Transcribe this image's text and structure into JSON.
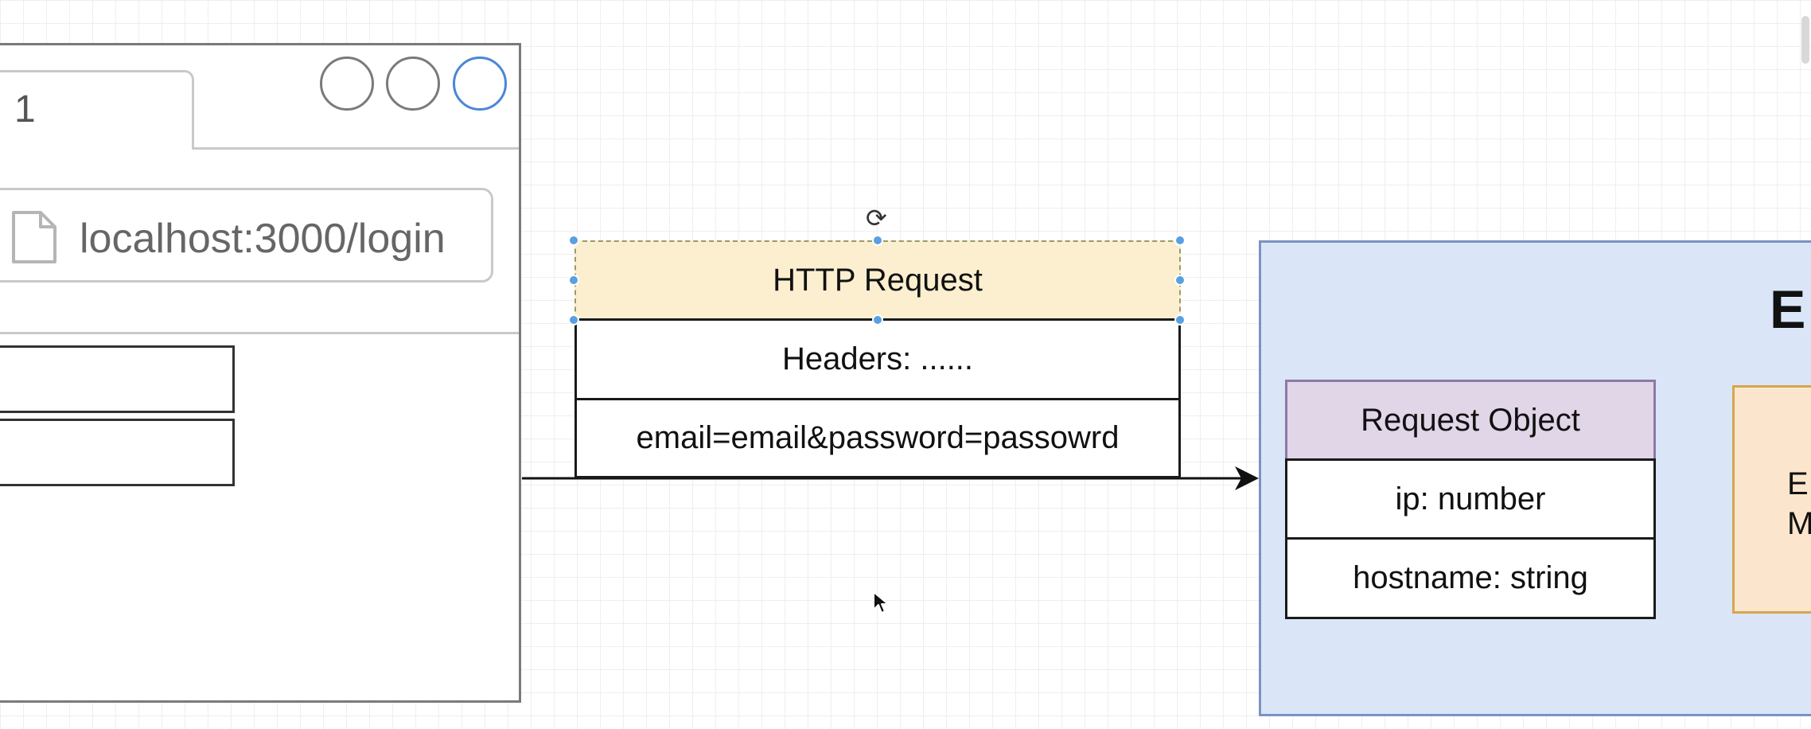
{
  "browser": {
    "tab_label": "1",
    "url": "localhost:3000/login"
  },
  "http_request": {
    "title": "HTTP Request",
    "headers": "Headers: ......",
    "body": "email=email&password=passowrd"
  },
  "express": {
    "title_partial": "E",
    "request_object": {
      "title": "Request Object",
      "fields": [
        "ip: number",
        "hostname: string"
      ]
    },
    "middleware_partial": "E\nM"
  },
  "colors": {
    "http_header_fill": "#fbefd0",
    "express_fill": "#dae6f8",
    "request_object_fill": "#e1d5e8",
    "middleware_fill": "#fbe6cd",
    "selection_handle": "#5aa0e0"
  }
}
